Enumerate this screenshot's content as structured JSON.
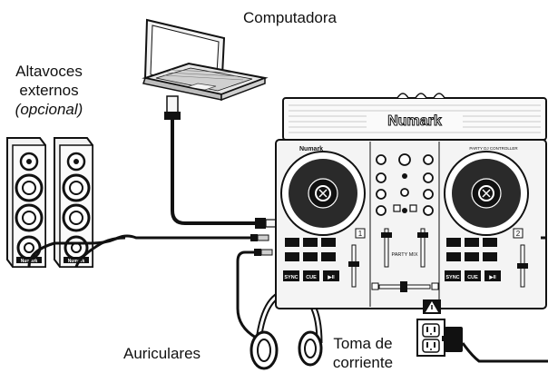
{
  "labels": {
    "computer": "Computadora",
    "speakers_line1": "Altavoces",
    "speakers_line2": "externos",
    "speakers_line3": "(opcional)",
    "headphones": "Auriculares",
    "outlet_line1": "Toma de",
    "outlet_line2": "corriente"
  },
  "device": {
    "brand": "Numark",
    "brand_small": "Numark",
    "model_text": "PARTY MIX",
    "deck_left_number": "1",
    "deck_right_number": "2",
    "pad_buttons": [
      "SYNC",
      "CUE",
      "▶II"
    ],
    "deck_top_right_text": "PARTY DJ CONTROLLER"
  },
  "speaker_brand": "Numark",
  "colors": {
    "ink": "#111111",
    "cable": "#111111",
    "device_body": "#f4f4f4",
    "platter": "#2a2a2a"
  }
}
